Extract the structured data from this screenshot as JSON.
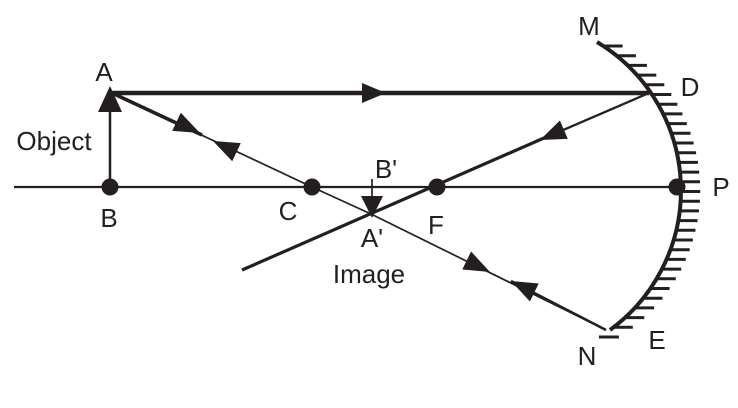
{
  "diagram": {
    "title": "Concave mirror ray diagram: object beyond centre of curvature forming a real, inverted, diminished image between C and F",
    "labels": {
      "A": "A",
      "B": "B",
      "C": "C",
      "F": "F",
      "P": "P",
      "D": "D",
      "M": "M",
      "N": "N",
      "E": "E",
      "A_prime": "A'",
      "B_prime": "B'",
      "object_caption": "Object",
      "image_caption": "Image"
    },
    "colors": {
      "ink": "#231f20",
      "background": "#ffffff"
    }
  }
}
